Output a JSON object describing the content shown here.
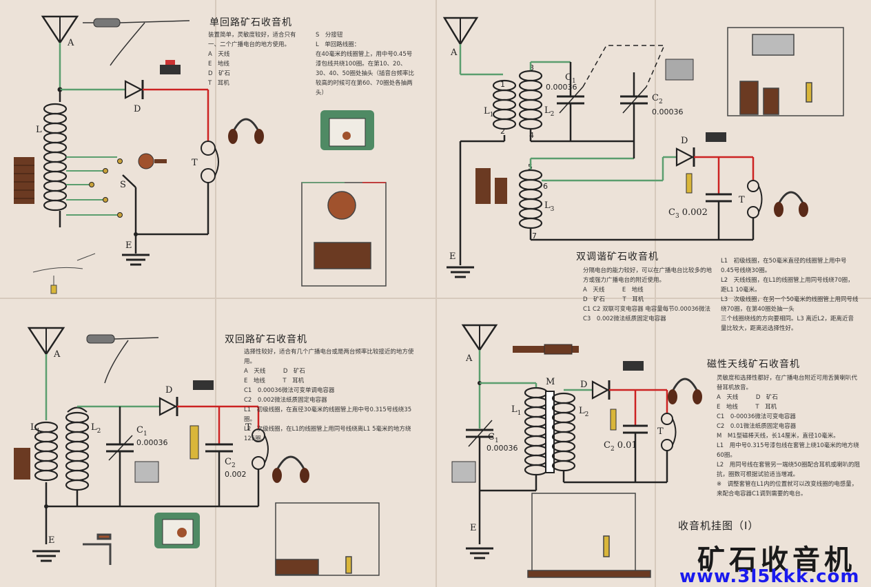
{
  "panel1": {
    "title": "单回路矿石收音机",
    "text": "装置简单，灵敏度较好，适合只有一、二个广播电台的地方使用。\nA　天线\nE　地线\nD　矿石\nT　耳机",
    "text2": "S　分接钮\nL　单回路线圈：\n在40毫米的线圈管上，用中号0.45号漆包线共绕100圈。在第10、20、30、40、50圈处抽头（插音台频率比较高的时候可在第60、70圈处各抽两头）",
    "labels": {
      "A": "A",
      "D": "D",
      "L": "L",
      "T": "T",
      "S": "S",
      "E": "E"
    }
  },
  "panel2": {
    "title": "双调谐矿石收音机",
    "text": "分隔电台的能力较好，可以在广播电台比较多的地方或强力广播电台的附近使用。\nA　天线　　　E　地线\nD　矿石　　　T　耳机\nC1 C2 双联可变电容器  电容量每节0.00036微法\nC3　0.002微法纸质固定电容器",
    "text2": "L1　初级线圈，在50毫米直径的线圈管上用中号0.45号线绕30圈。\nL2　天线线圈，在L1的线圈管上用同号线绕70圈，距L1 10毫米。\nL3　次级线圈，在另一个50毫米的线圈管上用同号线绕70圈，在第40圈处抽一头\n三个线圈绕线的方向要相同。L3 离近L2，距离近音量比较大，距离远选择性好。",
    "labels": {
      "A": "A",
      "L1": "L",
      "L1s": "1",
      "L2": "L",
      "L2s": "2",
      "L3": "L",
      "L3s": "3",
      "C1": "C",
      "C1s": "1",
      "C1v": "0.00036",
      "C2": "C",
      "C2s": "2",
      "C2v": "0.00036",
      "C3": "C",
      "C3s": "3",
      "C3v": "0.002",
      "D": "D",
      "T": "T",
      "E": "E",
      "n1": "1",
      "n2": "2",
      "n3": "3",
      "n4": "4",
      "n5": "5",
      "n6": "6",
      "n7": "7"
    }
  },
  "panel3": {
    "title": "双回路矿石收音机",
    "text": "选择性较好，适合有几个广播电台或是两台频率比较接近的地方使用。\nA　天线　　　D　矿石\nE　地线　　　T　耳机\nC1　0.00036微法可变单调电容器\nC2　0.002微法纸质固定电容器\nL1　初级线圈，在直径30毫米的线圈管上用中号0.315号线绕35圈。\nL2　次级线圈，在L1的线圈管上用同号线绕离L1 5毫米的地方绕125圈。",
    "labels": {
      "A": "A",
      "L1": "L",
      "L1s": "1",
      "L2": "L",
      "L2s": "2",
      "C1": "C",
      "C1s": "1",
      "C1v": "0.00036",
      "C2": "C",
      "C2s": "2",
      "C2v": "0.002",
      "D": "D",
      "T": "T",
      "E": "E"
    }
  },
  "panel4": {
    "title": "磁性天线矿石收音机",
    "text": "灵敏度和选择性都好，在广播电台附近可用舌簧喇叭代替耳机放音。\nA　天线　　　D　矿石\nE　地线　　　T　耳机\nC1　0-00036微法可变电容器\nC2　0.01微法纸质固定电容器\nM　M1型磁棒天线，长14厘米，直径10毫米。\nL1　用中号0.315号漆包线在套管上绕10毫米的地方绕60圈。\nL2　用同号线在套管另一端绕50圈配合耳机或喇叭的阻抗，圈数可根据试验适当增减。\n※　调整套管在L1内的位置就可以改变线圈的电感量，来配合电容器C1调到需要的电台。",
    "labels": {
      "A": "A",
      "M": "M",
      "L1": "L",
      "L1s": "1",
      "L2": "L",
      "L2s": "2",
      "C1": "C",
      "C1s": "1",
      "C1v": "0.00036",
      "C2": "C",
      "C2s": "2",
      "C2v": "0.01",
      "D": "D",
      "T": "T",
      "E": "E"
    }
  },
  "footer": {
    "subtitle": "收音机挂图（I）",
    "main_title": "矿石收音机",
    "watermark": "www.3l5kkk.com"
  },
  "colors": {
    "wire_green": "#5a9e6e",
    "wire_red": "#cc2222",
    "wire_black": "#222222",
    "paper": "#ece2d8",
    "coil_brown": "#6b3a22",
    "watermark": "#1a1aee"
  }
}
